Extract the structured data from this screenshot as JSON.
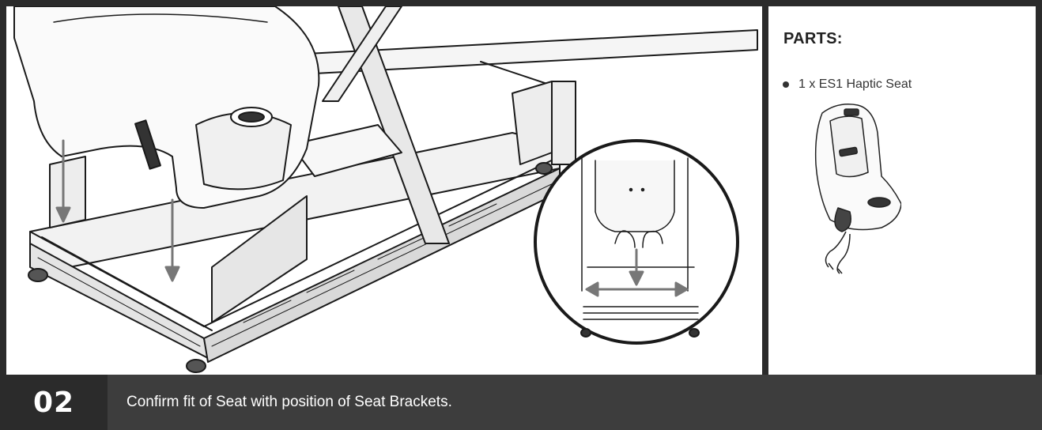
{
  "parts": {
    "title": "PARTS:",
    "items": [
      {
        "text": "1 x ES1 Haptic Seat"
      }
    ]
  },
  "step": {
    "number": "02",
    "instruction": "Confirm fit of Seat with position of Seat Brackets."
  }
}
